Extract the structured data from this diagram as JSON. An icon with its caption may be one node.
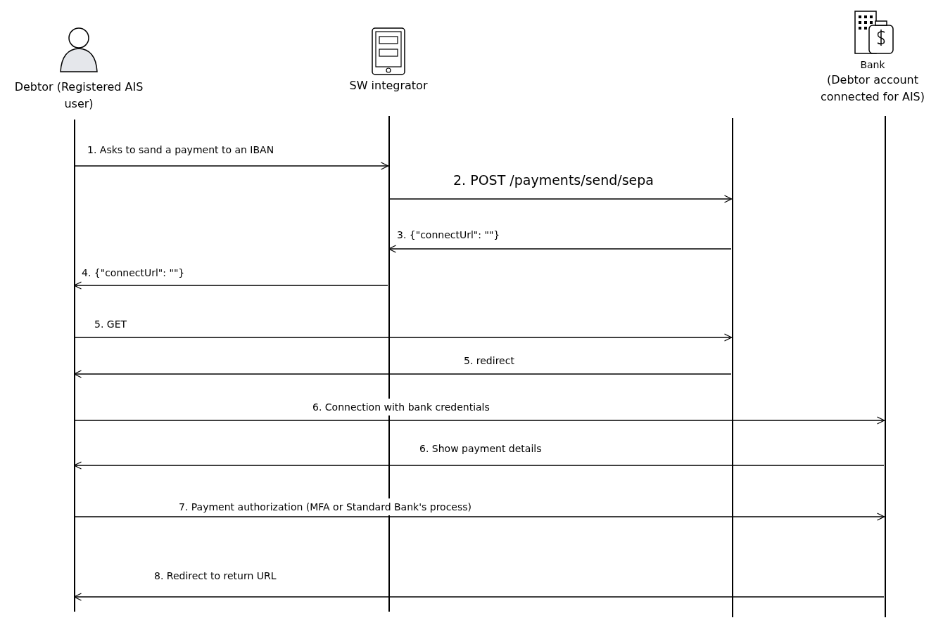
{
  "diagram": {
    "nodes": [
      {
        "text": [
          "Debtor (Registered AIS user)"
        ]
      },
      {
        "text": [
          "SW integrator"
        ]
      },
      {
        "text": [],
        "shape": "bar"
      },
      {
        "text": [
          "Bank",
          "(Debtor account connected for AIS)"
        ]
      }
    ],
    "edges": [
      {
        "from": 0,
        "to": 1,
        "arrow": "to",
        "label": "1. Asks to sand a payment to an IBAN"
      },
      {
        "from": 1,
        "to": 2,
        "arrow": "to",
        "label": "2. POST /payments/send/sepa"
      },
      {
        "from": 2,
        "to": 1,
        "arrow": "to",
        "label": "3. {\"connectUrl\": \"\"}"
      },
      {
        "from": 1,
        "to": 0,
        "arrow": "to",
        "label": "4. {\"connectUrl\": \"\"}"
      },
      {
        "from": 0,
        "to": 2,
        "arrow": "to",
        "label": "5. GET"
      },
      {
        "from": 2,
        "to": 0,
        "arrow": "to",
        "label": "5. redirect"
      },
      {
        "from": 0,
        "to": 3,
        "arrow": "to",
        "label": "6. Connection with bank credentials"
      },
      {
        "from": 3,
        "to": 0,
        "arrow": "to",
        "label": "6. Show payment details"
      },
      {
        "from": 0,
        "to": 3,
        "arrow": "to",
        "label": "7. Payment authorization (MFA or Standard Bank's process)"
      },
      {
        "from": 3,
        "to": 0,
        "arrow": "to",
        "label": "8. Redirect to return URL"
      }
    ]
  }
}
